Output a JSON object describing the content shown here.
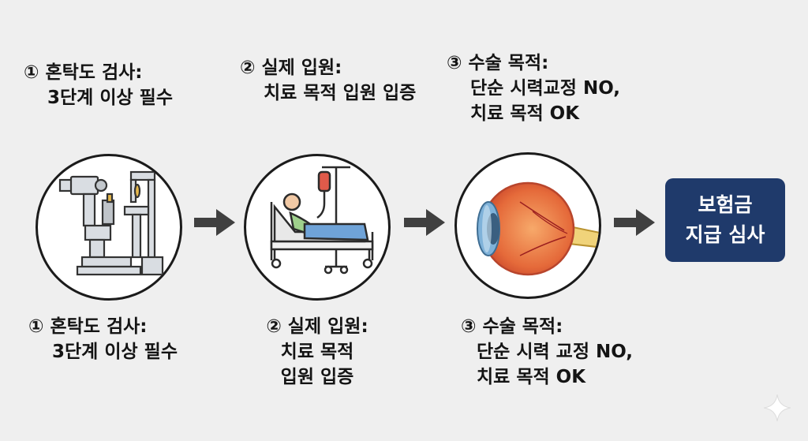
{
  "top_labels": [
    {
      "line1": "① 혼탁도 검사:",
      "line2": "3단계 이상 필수"
    },
    {
      "line1": "② 실제 입원:",
      "line2": "치료 목적 입원 입증"
    },
    {
      "line1": "③ 수술 목적:",
      "line2": "단순 시력교정 NO,",
      "line3": "치료 목적 OK"
    }
  ],
  "bottom_labels": [
    {
      "line1": "① 혼탁도 검사:",
      "line2": "3단계 이상 필수"
    },
    {
      "line1": "② 실제 입원:",
      "line2": "치료 목적",
      "line3": "입원 입증"
    },
    {
      "line1": "③ 수술 목적:",
      "line2": "단순 시력 교정 NO,",
      "line3": "치료 목적 OK"
    }
  ],
  "steps": [
    {
      "icon": "slit-lamp-icon"
    },
    {
      "icon": "hospital-bed-icon"
    },
    {
      "icon": "eyeball-icon"
    }
  ],
  "result_box": {
    "line1": "보험금",
    "line2": "지급 심사"
  },
  "colors": {
    "background": "#efefef",
    "result_box": "#1f3a6b",
    "arrow": "#404040",
    "outline": "#1b1b1b"
  }
}
